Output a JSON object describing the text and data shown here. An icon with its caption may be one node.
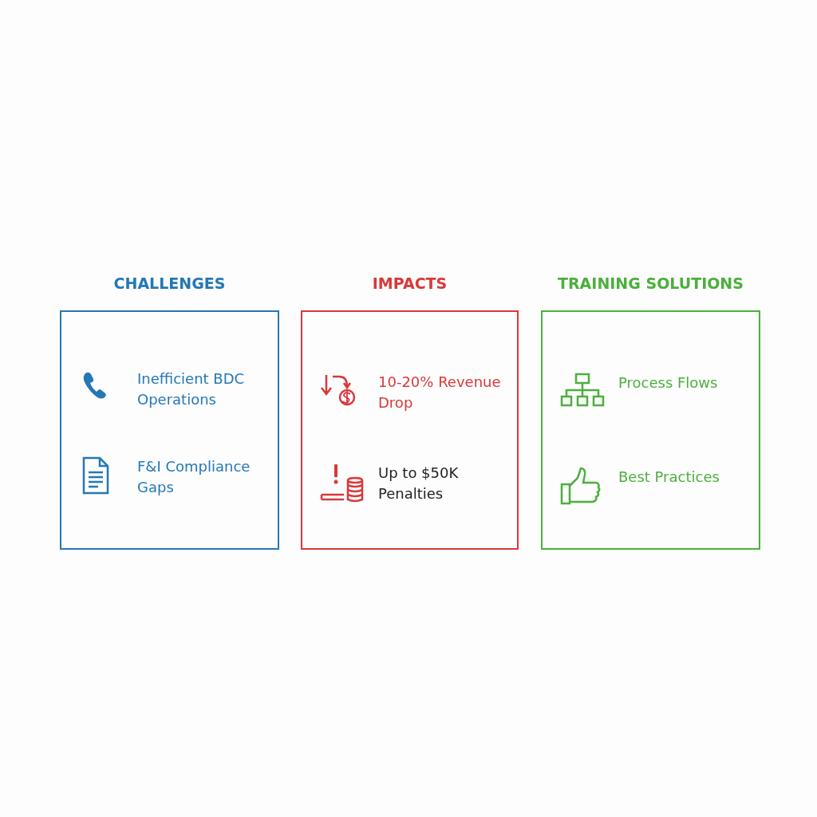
{
  "diagram": {
    "nodes": [
      {
        "text": [
          "CHALLENGES"
        ]
      },
      {
        "text": [
          "Inefficient BDC Operations"
        ],
        "in": 0
      },
      {
        "text": [
          "F&I Compliance Gaps"
        ],
        "in": 0
      },
      {
        "text": [
          "IMPACTS"
        ]
      },
      {
        "text": [
          "10-20% Revenue Drop"
        ],
        "in": 3
      },
      {
        "text": [
          "Up to $50K Penalties"
        ],
        "in": 3
      },
      {
        "text": [
          "TRAINING SOLUTIONS"
        ]
      },
      {
        "text": [
          "Process Flows"
        ],
        "in": 6
      },
      {
        "text": [
          "Best Practices"
        ],
        "in": 6
      }
    ],
    "edges": []
  }
}
